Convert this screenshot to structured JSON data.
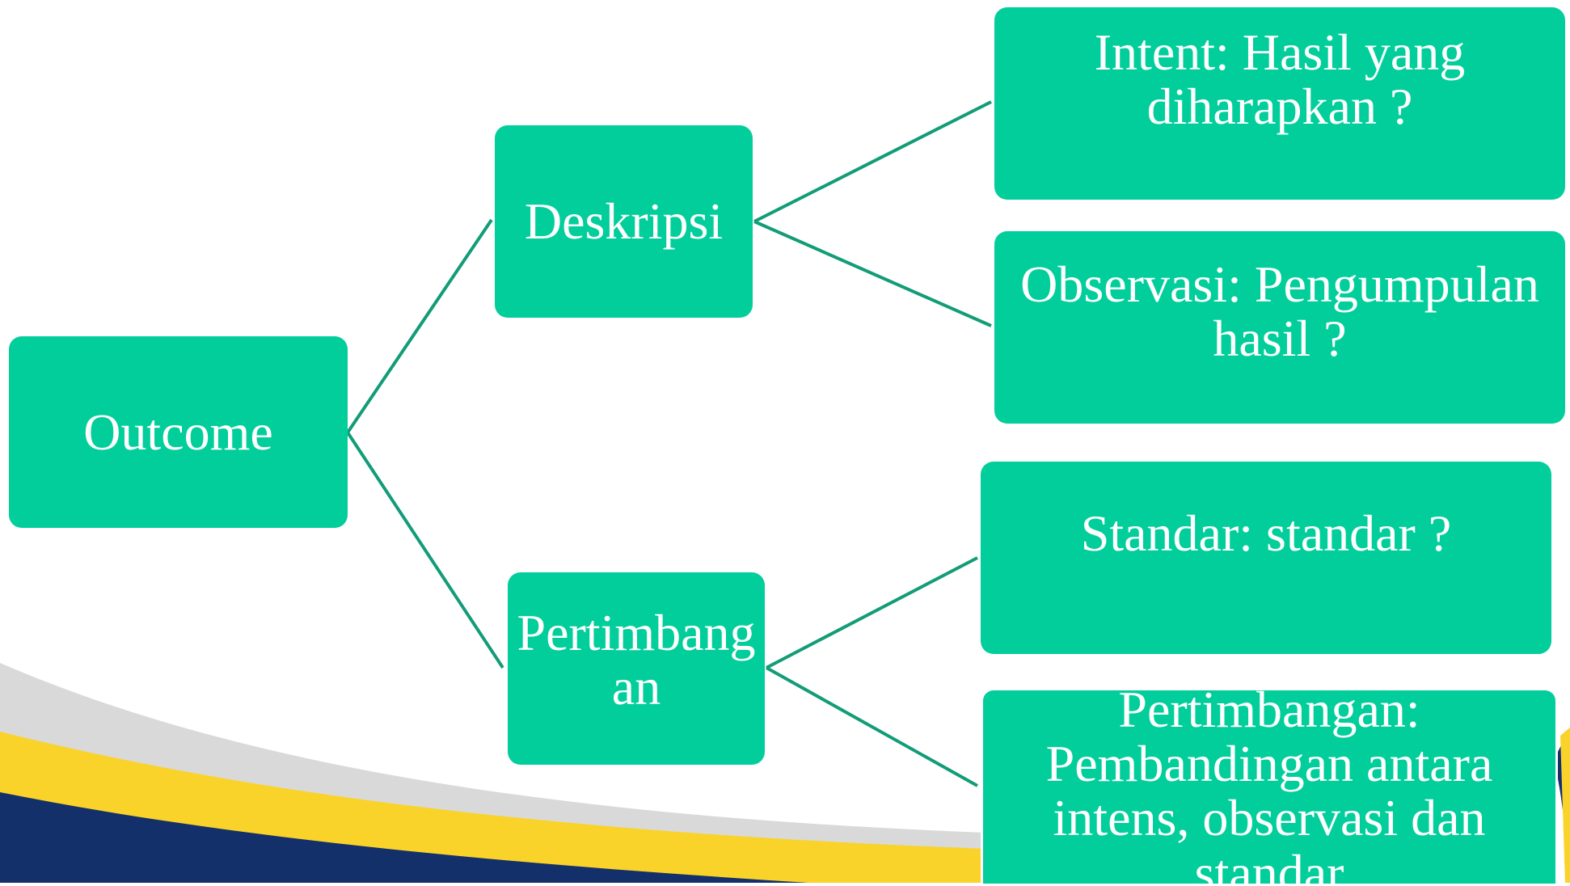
{
  "colors": {
    "node_fill": "#02ce9b",
    "node_text": "#ffffff",
    "connector": "#129c77",
    "swoosh_navy": "#14306b",
    "swoosh_yellow": "#f9d32a",
    "swoosh_gray": "#d9d9d9"
  },
  "diagram": {
    "root": {
      "label": "Outcome"
    },
    "branches": [
      {
        "label": "Deskripsi",
        "children": [
          {
            "label": "Intent: Hasil yang\ndiharapkan ?"
          },
          {
            "label": "Observasi: Pengumpulan\nhasil ?"
          }
        ]
      },
      {
        "label": "Pertimbang\nan",
        "children": [
          {
            "label": "Standar: standar ?"
          },
          {
            "label": "Pertimbangan:\nPembandingan antara\nintens, observasi dan\nstandar"
          }
        ]
      }
    ]
  }
}
